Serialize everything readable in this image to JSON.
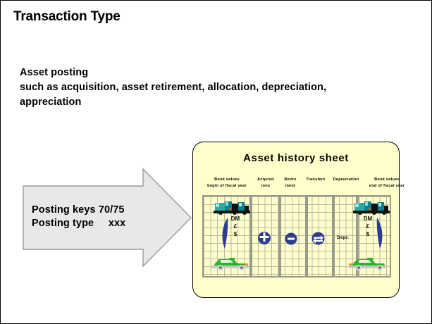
{
  "slide": {
    "title": "Transaction Type",
    "body": "Asset posting\nsuch as acquisition, asset retirement, allocation, depreciation,\nappreciation",
    "background_color": "#ffffff",
    "border_color": "#000000"
  },
  "arrow": {
    "label": "Posting keys 70/75\nPosting type     xxx",
    "fill_color": "#e8e8e8",
    "stroke_color": "#9a9a9a",
    "direction": "right"
  },
  "asset_sheet": {
    "title": "Asset history sheet",
    "panel_color": "#ffffcc",
    "panel_border_color": "#000000",
    "grid_line_color": "#b9b9a0",
    "divider_color": "#9a9a8a",
    "columns": [
      {
        "header": "Book values\nbegin of fiscal year",
        "key": "book-values-begin"
      },
      {
        "header": "Acquisit\nions",
        "key": "acquisitions"
      },
      {
        "header": "Retire\nment",
        "key": "retirement"
      },
      {
        "header": "Transfers",
        "key": "transfers"
      },
      {
        "header": "Depreciation",
        "key": "depreciation"
      },
      {
        "header": "Book values\nend of fiscal year",
        "key": "book-values-end"
      }
    ],
    "cells": {
      "book_values_begin": {
        "truck": "truck-sprite",
        "currencies": "DM\n£\n$",
        "car": "car-sprite"
      },
      "acquisitions": {
        "icon": "plus-circle-icon"
      },
      "retirement": {
        "icon": "minus-circle-icon"
      },
      "transfers": {
        "icon": "transfer-circle-icon"
      },
      "depreciation": {
        "label": "Depr."
      },
      "book_values_end": {
        "truck": "truck-sprite",
        "currencies": "DM\n£\n$",
        "car": "car-sprite"
      }
    },
    "icon_color": "#2c3d8f",
    "currency_symbols": [
      "DM",
      "£",
      "$"
    ]
  }
}
